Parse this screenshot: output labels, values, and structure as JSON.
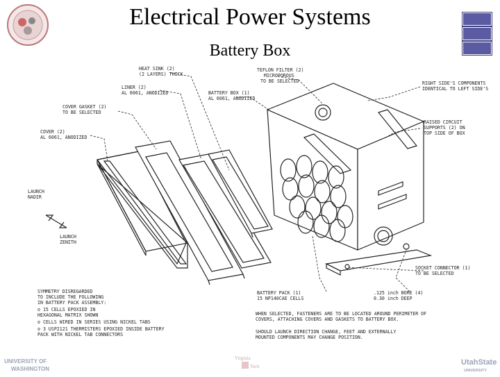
{
  "slide": {
    "title": "Electrical Power Systems",
    "subtitle": "Battery Box"
  },
  "nav": {
    "buttons": [
      "",
      "",
      ""
    ]
  },
  "diagram": {
    "labels": {
      "heat_sink": [
        "HEAT SINK (2)",
        "(2 LAYERS) THICK"
      ],
      "liner": [
        "LINER (2)",
        "AL 6061, ANODIZED"
      ],
      "cover_gasket": [
        "COVER GASKET (2)",
        "TO BE SELECTED"
      ],
      "cover": [
        "COVER (2)",
        "AL 6061, ANODIZED"
      ],
      "teflon_filter": [
        "TEFLON FILTER (2)",
        "MICROPOROUS",
        "TO BE SELECTED"
      ],
      "battery_box": [
        "BATTERY BOX (1)",
        "AL 6061, ANODIZED"
      ],
      "right_side": [
        "RIGHT SIDE'S COMPONENTS",
        "IDENTICAL TO LEFT SIDE'S"
      ],
      "raised_circuit": [
        "RAISED CIRCUIT",
        "SUPPORTS (2) ON",
        "TOP SIDE OF BOX"
      ],
      "launch": [
        "LAUNCH",
        "NADIR"
      ],
      "launch_zenith": [
        "LAUNCH",
        "ZENITH"
      ],
      "socket_connector": [
        "SOCKET CONNECTOR (1)",
        "TO BE SELECTED"
      ],
      "battery_pack": [
        "BATTERY PACK (1)",
        "15 NP140CAE CELLS"
      ],
      "bore": [
        ".125 inch BORE (4)",
        "0.30 inch DEEP"
      ],
      "symmetry": [
        "SYMMETRY DISREGARDED",
        "TO INCLUDE THE FOLLOWING",
        "IN BATTERY PACK ASSEMBLY:",
        "o 15 CELLS EPOXIED IN",
        "  HEXAGONAL MATRIX SHOWN",
        "o CELLS WIRED IN SERIES USING NICKEL TABS",
        "o 3 USP2121 THERMISTERS EPOXIED INSIDE BATTERY",
        "  PACK WITH NICKEL TAB CONNECTORS"
      ],
      "fasteners": [
        "WHEN SELECTED, FASTENERS ARE TO BE LOCATED AROUND PERIMETER OF",
        "COVERS, ATTACHING COVERS AND GASKETS TO BATTERY BOX."
      ],
      "launch_direction": [
        "SHOULD LAUNCH DIRECTION CHANGE, FEET AND EXTERNALLY",
        "MOUNTED COMPONENTS MAY CHANGE POSITION."
      ]
    }
  },
  "footer": {
    "left_logo": [
      "UNIVERSITY OF",
      "WASHINGTON"
    ],
    "middle_logo": [
      "Virginia",
      "Tech"
    ],
    "right_logo": [
      "UtahState",
      "UNIVERSITY"
    ]
  },
  "colors": {
    "nav_button": "#5b5ba3",
    "logo_text": "#9aa3b8"
  },
  "icons": {
    "top_left_logo": "seal-logo-icon",
    "launch_arrow": "double-arrow-icon"
  }
}
